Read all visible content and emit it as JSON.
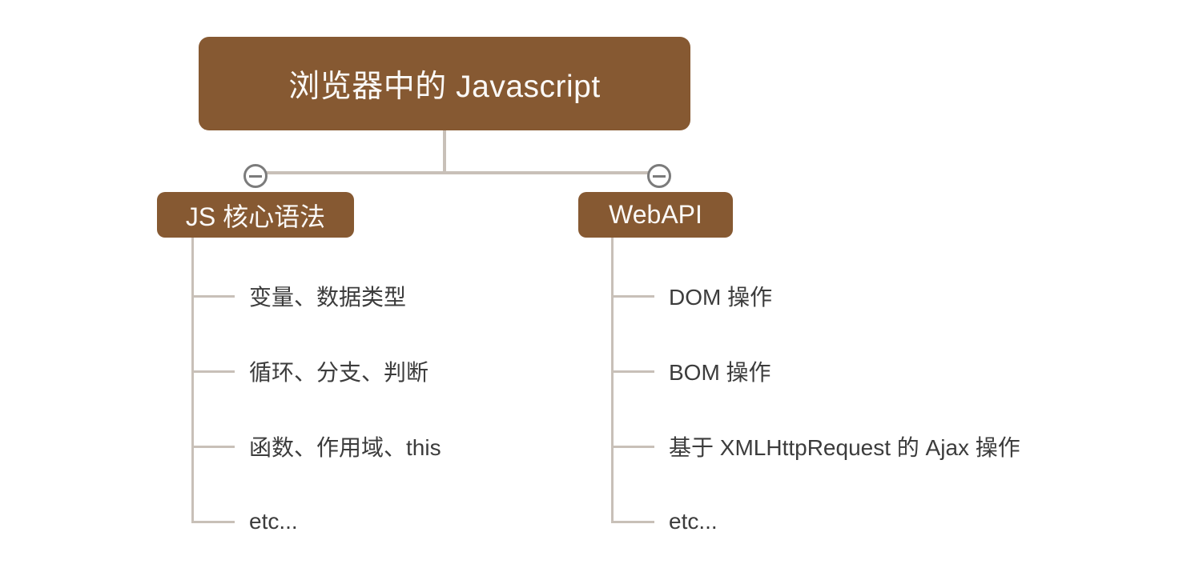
{
  "colors": {
    "node_fill": "#865932",
    "node_text": "#fbf9f7",
    "connector": "#c8c0b8",
    "collapse_stroke": "#7b7b7b",
    "leaf_text": "#3c3c3c",
    "background": "#ffffff"
  },
  "mindmap": {
    "root": {
      "label": "浏览器中的 Javascript"
    },
    "branches": [
      {
        "label": "JS 核心语法",
        "collapse_icon": "minus-circle",
        "children": [
          {
            "label": "变量、数据类型"
          },
          {
            "label": "循环、分支、判断"
          },
          {
            "label": "函数、作用域、this"
          },
          {
            "label": "etc..."
          }
        ]
      },
      {
        "label": "WebAPI",
        "collapse_icon": "minus-circle",
        "children": [
          {
            "label": "DOM 操作"
          },
          {
            "label": "BOM 操作"
          },
          {
            "label": "基于 XMLHttpRequest 的 Ajax 操作"
          },
          {
            "label": "etc..."
          }
        ]
      }
    ]
  }
}
